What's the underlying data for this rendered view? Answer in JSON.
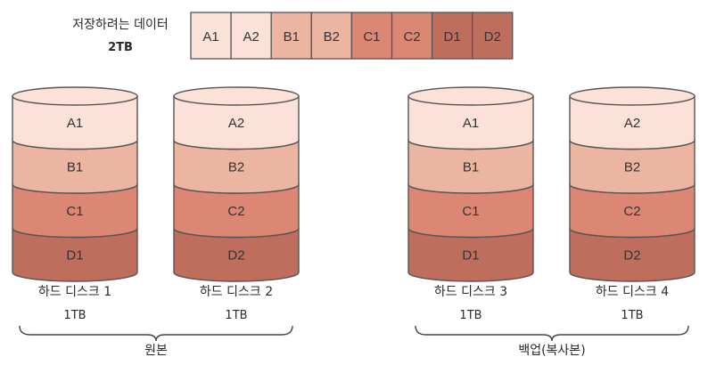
{
  "colors": {
    "A": "#fbe1d8",
    "B": "#ebb5a2",
    "C": "#dc8674",
    "D": "#bf6e5d",
    "stroke": "#555555"
  },
  "data_label": {
    "line1": "저장하려는 데이터",
    "line2": "2TB"
  },
  "data_blocks": [
    {
      "label": "A1",
      "group": "A"
    },
    {
      "label": "A2",
      "group": "A"
    },
    {
      "label": "B1",
      "group": "B"
    },
    {
      "label": "B2",
      "group": "B"
    },
    {
      "label": "C1",
      "group": "C"
    },
    {
      "label": "C2",
      "group": "C"
    },
    {
      "label": "D1",
      "group": "D"
    },
    {
      "label": "D2",
      "group": "D"
    }
  ],
  "disks": [
    {
      "name": "하드 디스크 1",
      "capacity": "1TB",
      "segments": [
        {
          "label": "A1",
          "group": "A"
        },
        {
          "label": "B1",
          "group": "B"
        },
        {
          "label": "C1",
          "group": "C"
        },
        {
          "label": "D1",
          "group": "D"
        }
      ]
    },
    {
      "name": "하드 디스크 2",
      "capacity": "1TB",
      "segments": [
        {
          "label": "A2",
          "group": "A"
        },
        {
          "label": "B2",
          "group": "B"
        },
        {
          "label": "C2",
          "group": "C"
        },
        {
          "label": "D2",
          "group": "D"
        }
      ]
    },
    {
      "name": "하드 디스크 3",
      "capacity": "1TB",
      "segments": [
        {
          "label": "A1",
          "group": "A"
        },
        {
          "label": "B1",
          "group": "B"
        },
        {
          "label": "C1",
          "group": "C"
        },
        {
          "label": "D1",
          "group": "D"
        }
      ]
    },
    {
      "name": "하드 디스크 4",
      "capacity": "1TB",
      "segments": [
        {
          "label": "A2",
          "group": "A"
        },
        {
          "label": "B2",
          "group": "B"
        },
        {
          "label": "C2",
          "group": "C"
        },
        {
          "label": "D2",
          "group": "D"
        }
      ]
    }
  ],
  "groups": [
    {
      "label": "원본",
      "disks": [
        0,
        1
      ]
    },
    {
      "label": "백업(복사본)",
      "disks": [
        2,
        3
      ]
    }
  ]
}
